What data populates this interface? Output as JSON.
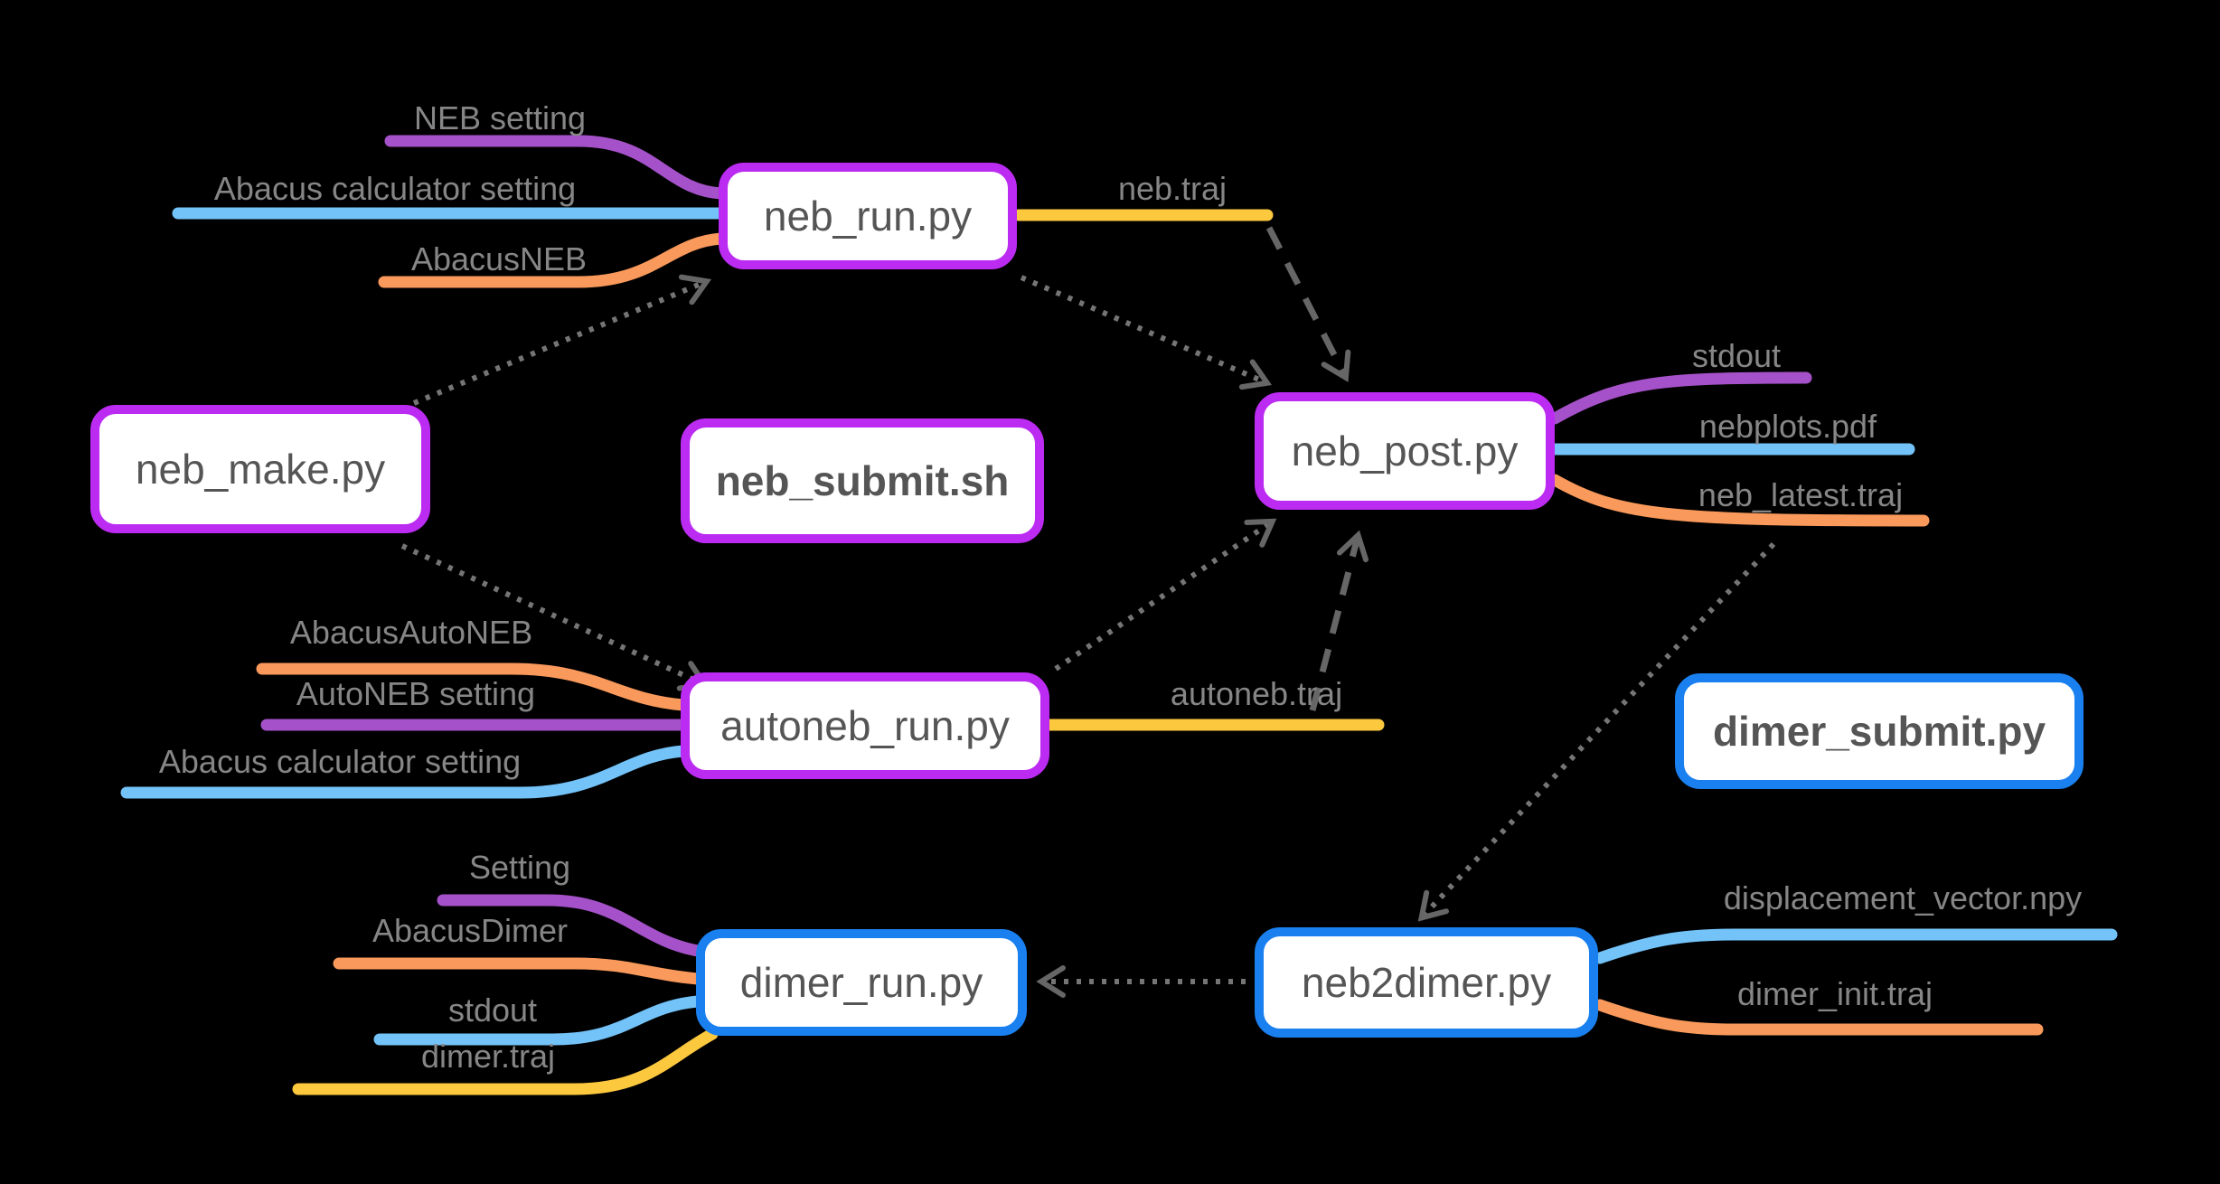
{
  "diagram": {
    "title": "ATST-Tools NEB / AutoNEB / Dimer workflow diagram",
    "colors": {
      "background": "#000000",
      "purple_border": "#bb2bf2",
      "blue_border": "#1a80f0",
      "line_purple": "#a551c9",
      "line_blue": "#73c3f9",
      "line_orange": "#f9995b",
      "line_yellow": "#fcc83d",
      "gray_dotted": "#757575",
      "gray_dashed": "#666666",
      "label_text": "#868686",
      "node_text": "#555555"
    },
    "nodes": {
      "neb_run": {
        "label": "neb_run.py",
        "border": "purple"
      },
      "neb_make": {
        "label": "neb_make.py",
        "border": "purple"
      },
      "neb_submit": {
        "label": "neb_submit.sh",
        "border": "purple"
      },
      "neb_post": {
        "label": "neb_post.py",
        "border": "purple"
      },
      "autoneb_run": {
        "label": "autoneb_run.py",
        "border": "purple"
      },
      "dimer_submit": {
        "label": "dimer_submit.py",
        "border": "blue"
      },
      "dimer_run": {
        "label": "dimer_run.py",
        "border": "blue"
      },
      "neb2dimer": {
        "label": "neb2dimer.py",
        "border": "blue"
      }
    },
    "edge_labels": {
      "neb_setting": "NEB setting",
      "abacus_calc_top": "Abacus calculator setting",
      "abacus_neb": "AbacusNEB",
      "neb_traj": "neb.traj",
      "stdout_top": "stdout",
      "nebplots_pdf": "nebplots.pdf",
      "neb_latest_traj": "neb_latest.traj",
      "abacus_autoneb": "AbacusAutoNEB",
      "autoneb_setting": "AutoNEB setting",
      "abacus_calc_mid": "Abacus calculator setting",
      "autoneb_traj": "autoneb.traj",
      "setting": "Setting",
      "abacus_dimer": "AbacusDimer",
      "stdout_bottom": "stdout",
      "dimer_traj": "dimer.traj",
      "displacement_npy": "displacement_vector.npy",
      "dimer_init_traj": "dimer_init.traj"
    }
  }
}
